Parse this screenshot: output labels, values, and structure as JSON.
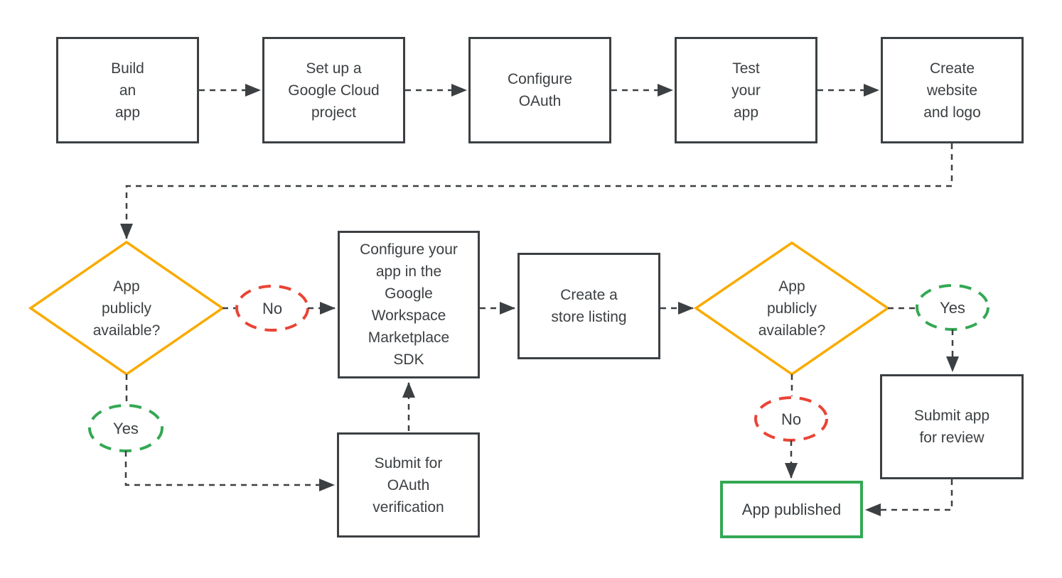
{
  "flowchart": {
    "colors": {
      "outline": "#3C4043",
      "text": "#3C4043",
      "decision_outline": "#F9AB00",
      "no_outline": "#EA4335",
      "yes_outline": "#34A853",
      "published_outline": "#34A853"
    },
    "process_nodes": [
      {
        "id": "build-an-app",
        "label": "Build\nan\napp"
      },
      {
        "id": "set-up-google-cloud",
        "label": "Set up a\nGoogle Cloud\nproject"
      },
      {
        "id": "configure-oauth",
        "label": "Configure\nOAuth"
      },
      {
        "id": "test-your-app",
        "label": "Test\nyour\napp"
      },
      {
        "id": "create-website-and-logo",
        "label": "Create\nwebsite\nand logo"
      },
      {
        "id": "configure-marketplace-sdk",
        "label": "Configure your\napp in the\nGoogle\nWorkspace\nMarketplace\nSDK"
      },
      {
        "id": "create-store-listing",
        "label": "Create a\nstore listing"
      },
      {
        "id": "submit-oauth-verification",
        "label": "Submit for\nOAuth\nverification"
      },
      {
        "id": "submit-app-for-review",
        "label": "Submit app\nfor review"
      },
      {
        "id": "app-published",
        "label": "App published"
      }
    ],
    "decision_nodes": [
      {
        "id": "app-publicly-available-1",
        "label": "App\npublicly\navailable?"
      },
      {
        "id": "app-publicly-available-2",
        "label": "App\npublicly\navailable?"
      }
    ],
    "branch_labels": [
      {
        "id": "decision1-no",
        "label": "No"
      },
      {
        "id": "decision1-yes",
        "label": "Yes"
      },
      {
        "id": "decision2-yes",
        "label": "Yes"
      },
      {
        "id": "decision2-no",
        "label": "No"
      }
    ]
  }
}
